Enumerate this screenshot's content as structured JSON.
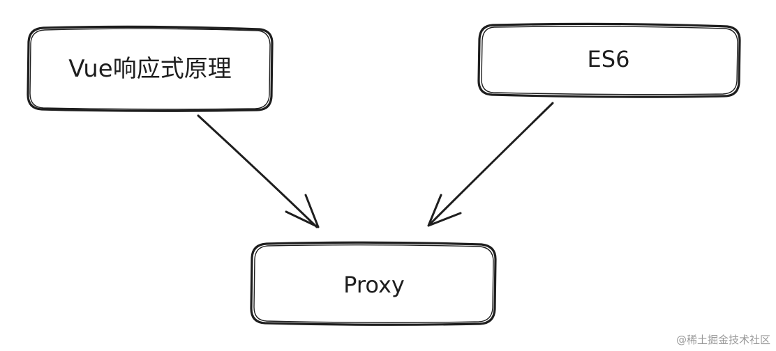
{
  "nodes": {
    "vue": {
      "label": "Vue响应式原理"
    },
    "es6": {
      "label": "ES6"
    },
    "proxy": {
      "label": "Proxy"
    }
  },
  "watermark": "@稀土掘金技术社区",
  "colors": {
    "stroke": "#1e1e1e",
    "background": "#ffffff",
    "watermark": "#9a9a9a"
  }
}
